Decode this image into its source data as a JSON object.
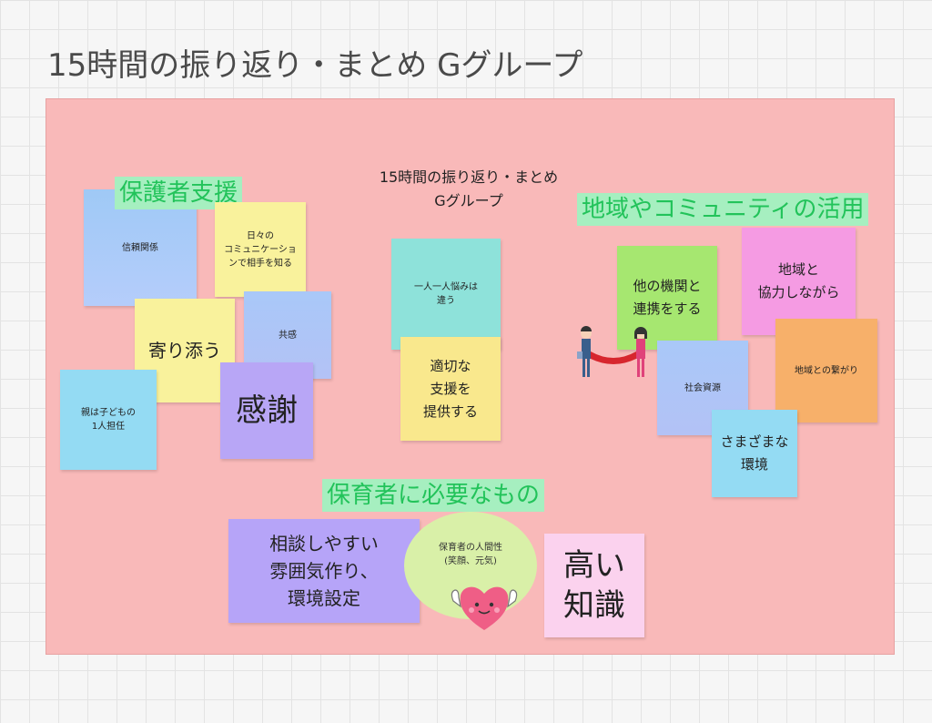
{
  "board": {
    "title": "15時間の振り返り・まとめ Gグループ",
    "center_title_line1": "15時間の振り返り・まとめ",
    "center_title_line2": "Gグループ"
  },
  "headings": {
    "support": "保護者支援",
    "community": "地域やコミュニティの活用",
    "needs": "保育者に必要なもの"
  },
  "notes": {
    "trust": "信頼関係",
    "communication": "日々の\nコミュニケーショ\nンで相手を知る",
    "closeness": "寄り添う",
    "empathy": "共感",
    "gratitude": "感謝",
    "parent": "親は子どもの\n1人担任",
    "worries": "一人一人悩みは\n違う",
    "proper_support": "適切な\n支援を\n提供する",
    "cooperation": "他の機関と\n連携をする",
    "regional": "地域と\n協力しながら",
    "resources": "社会資源",
    "connection": "地域との繋がり",
    "environments": "さまざまな\n環境",
    "consult": "相談しやすい\n雰囲気作り、\n環境設定",
    "personality": "保育者の人間性\n(笑顔、元気)",
    "knowledge": "高い\n知識"
  },
  "icons": {
    "heart": "heart-character-icon",
    "people": "people-holding-goal-banner-icon"
  },
  "colors": {
    "frame": "#f9b9b9",
    "heading_bg": "#a6efc0",
    "heading_text": "#22c35a"
  }
}
